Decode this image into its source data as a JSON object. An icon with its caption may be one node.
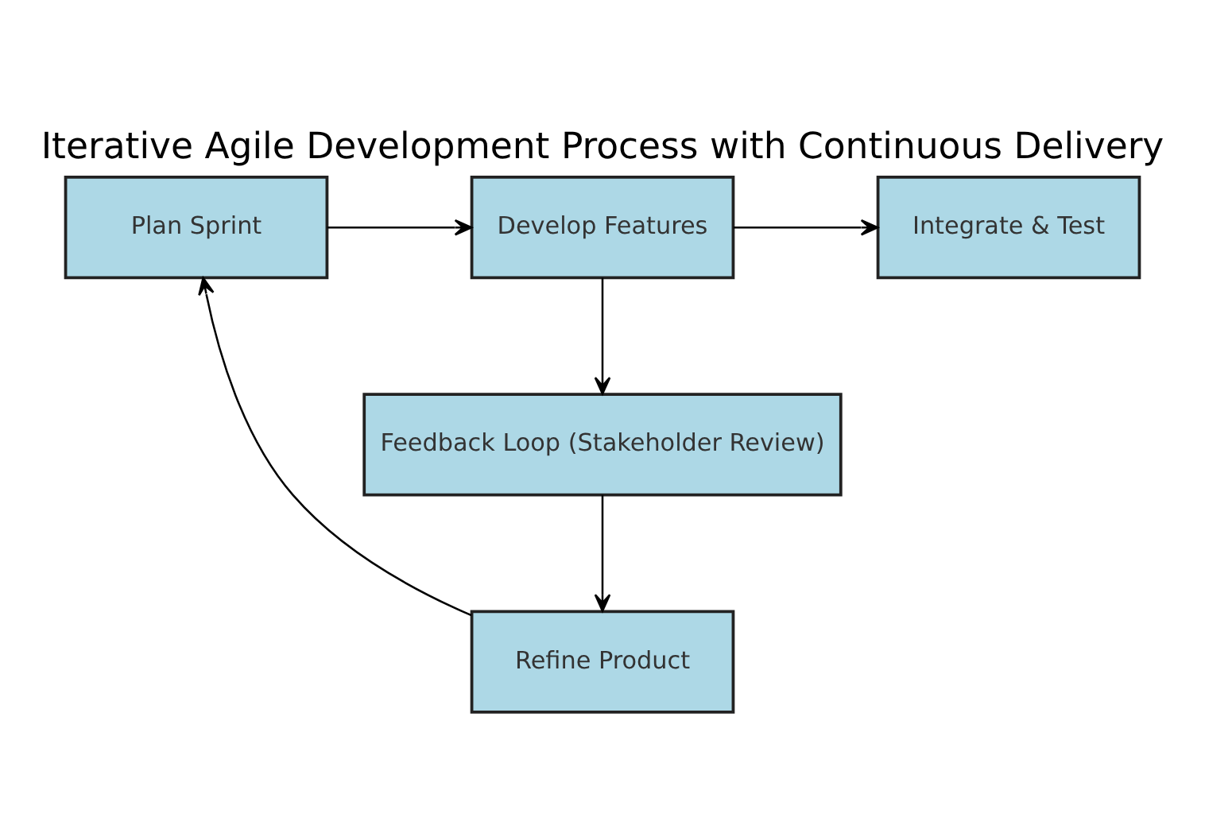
{
  "diagram": {
    "title": "Iterative Agile Development Process with Continuous Delivery",
    "nodes": [
      {
        "text": [
          "Plan Sprint"
        ]
      },
      {
        "text": [
          "Develop Features"
        ]
      },
      {
        "text": [
          "Integrate & Test"
        ]
      },
      {
        "text": [
          "Feedback Loop (Stakeholder Review)"
        ]
      },
      {
        "text": [
          "Refine Product"
        ]
      }
    ],
    "edges": [
      {
        "from": 0,
        "to": 1,
        "arrow": "to"
      },
      {
        "from": 1,
        "to": 2,
        "arrow": "to"
      },
      {
        "from": 1,
        "to": 3,
        "arrow": "to"
      },
      {
        "from": 3,
        "to": 4,
        "arrow": "to"
      },
      {
        "from": 4,
        "to": 0,
        "arrow": "to"
      }
    ]
  }
}
